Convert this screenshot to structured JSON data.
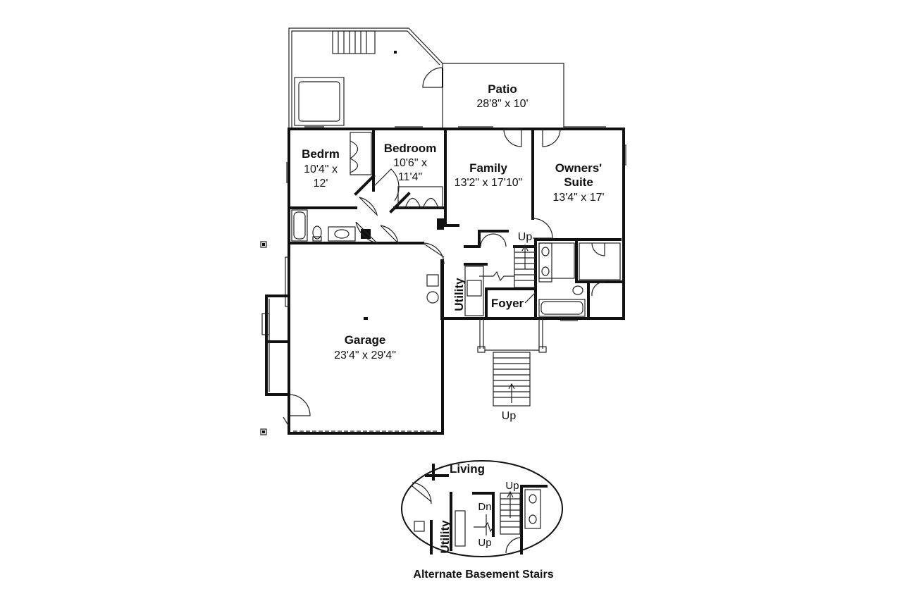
{
  "rooms": {
    "patio": {
      "name": "Patio",
      "size": "28'8\" x 10'"
    },
    "bedrm": {
      "name": "Bedrm",
      "size_1": "10'4\" x",
      "size_2": "12'"
    },
    "bedroom": {
      "name": "Bedroom",
      "size_1": "10'6\" x",
      "size_2": "11'4\""
    },
    "family": {
      "name": "Family",
      "size": "13'2\" x 17'10\""
    },
    "owners": {
      "name_1": "Owners'",
      "name_2": "Suite",
      "size": "13'4\" x 17'"
    },
    "utility": {
      "name": "Utility"
    },
    "foyer": {
      "name": "Foyer"
    },
    "garage": {
      "name": "Garage",
      "size": "23'4\" x 29'4\""
    }
  },
  "stairs": {
    "interior_up": "Up",
    "entry_up": "Up"
  },
  "inset": {
    "living": "Living",
    "utility": "Utility",
    "up_top": "Up",
    "dn": "Dn",
    "up_bottom": "Up",
    "caption": "Alternate Basement Stairs"
  }
}
